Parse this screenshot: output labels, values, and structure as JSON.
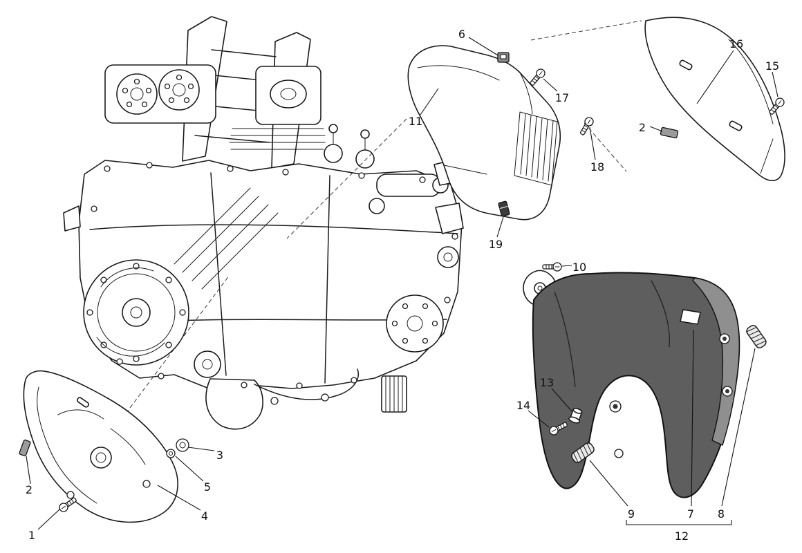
{
  "diagram": {
    "colors": {
      "line": "#1a1a1a",
      "fairing_dark": "#5e5e5e",
      "fairing_edge": "#8f8f8f",
      "pad_gray": "#9b9b9b",
      "clip_dark": "#3c3c3c",
      "paper": "#ffffff"
    },
    "callouts": [
      {
        "label": "1"
      },
      {
        "label": "2"
      },
      {
        "label": "3"
      },
      {
        "label": "5"
      },
      {
        "label": "4"
      },
      {
        "label": "6"
      },
      {
        "label": "11"
      },
      {
        "label": "17"
      },
      {
        "label": "18"
      },
      {
        "label": "19"
      },
      {
        "label": "2"
      },
      {
        "label": "16"
      },
      {
        "label": "15"
      },
      {
        "label": "10"
      },
      {
        "label": "13"
      },
      {
        "label": "14"
      },
      {
        "label": "9"
      },
      {
        "label": "7"
      },
      {
        "label": "8"
      },
      {
        "label": "12"
      }
    ]
  }
}
